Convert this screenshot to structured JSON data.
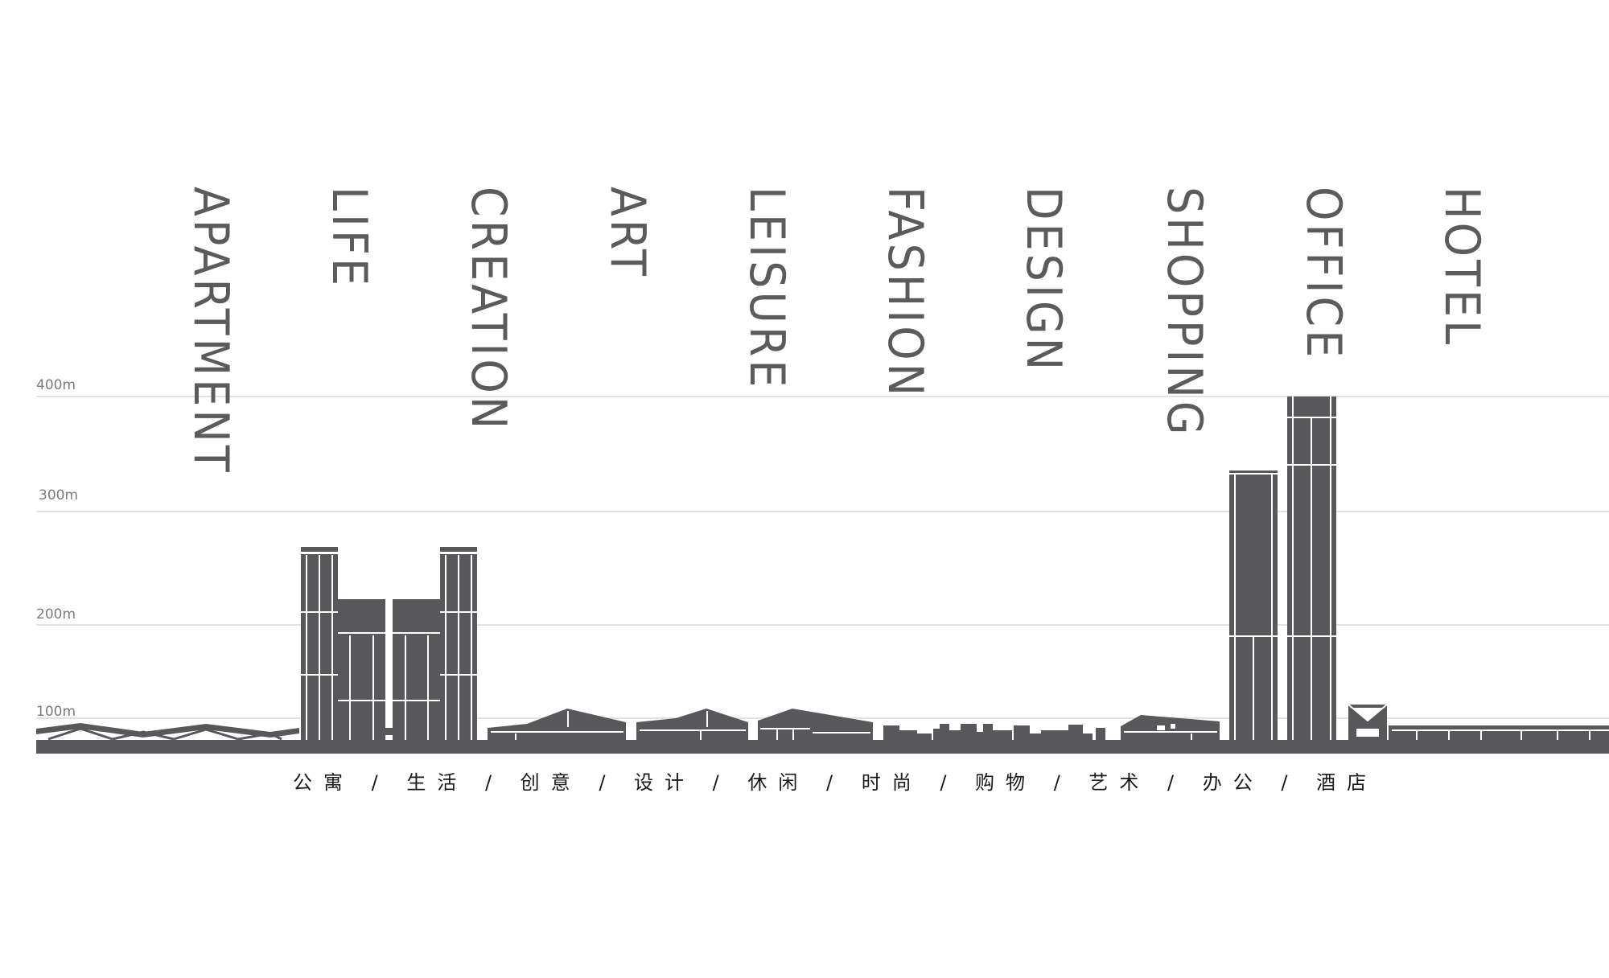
{
  "scale_labels": [
    "400m",
    "300m",
    "200m",
    "100m"
  ],
  "categories": [
    "APARTMENT",
    "LIFE",
    "CREATION",
    "ART",
    "LEISURE",
    "FASHION",
    "DESIGN",
    "SHOPPING",
    "OFFICE",
    "HOTEL"
  ],
  "chinese_caption": "公寓 / 生活 / 创意 / 设计 / 休闲 / 时尚 / 购物 / 艺术 / 办公 / 酒店",
  "colors": {
    "building": "#58585a",
    "gridline": "#d9d9d9",
    "label": "#5b5b5b"
  }
}
